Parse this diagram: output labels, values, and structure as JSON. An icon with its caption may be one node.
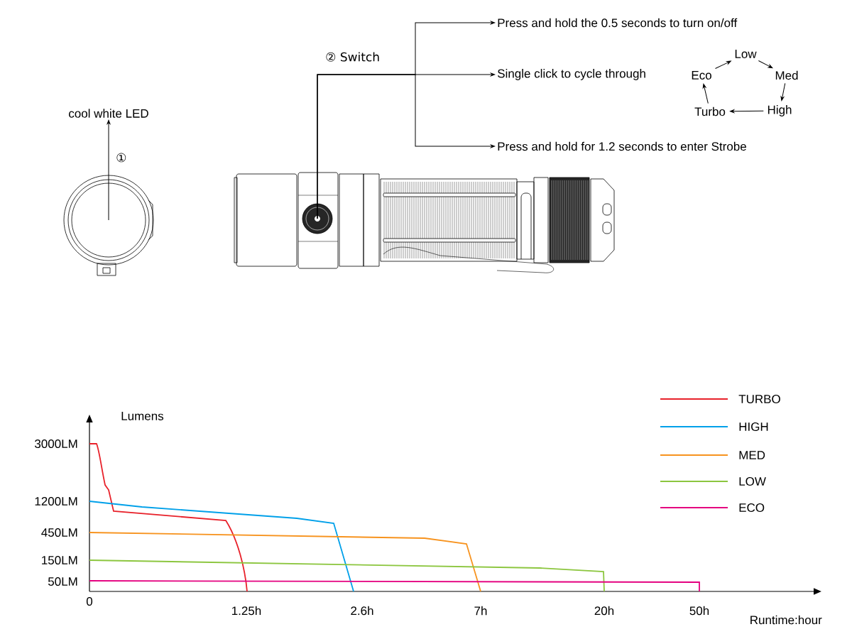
{
  "diagram": {
    "nodes": [
      {
        "text": [
          "cool white LED"
        ]
      },
      {
        "text": [],
        "shape": "picture"
      },
      {
        "text": [],
        "shape": "picture"
      },
      {
        "text": [
          "Press and hold the 0.5 seconds to turn on/off"
        ]
      },
      {
        "text": [
          "Single click to cycle through"
        ]
      },
      {
        "text": [
          "Press and hold for 1.2 seconds to enter Strobe"
        ]
      },
      {
        "text": [
          "Low"
        ]
      },
      {
        "text": [
          "Med"
        ]
      },
      {
        "text": [
          "High"
        ]
      },
      {
        "text": [
          "Turbo"
        ]
      },
      {
        "text": [
          "Eco"
        ]
      }
    ],
    "edges": [
      {
        "from": 1,
        "to": 0,
        "arrow": "to",
        "label": "①"
      },
      {
        "from": 2,
        "to": 3,
        "arrow": "to"
      },
      {
        "from": 2,
        "to": 4,
        "arrow": "to"
      },
      {
        "from": 2,
        "to": 5,
        "arrow": "to"
      },
      {
        "from": 10,
        "to": 6,
        "arrow": "to"
      },
      {
        "from": 6,
        "to": 7,
        "arrow": "to"
      },
      {
        "from": 7,
        "to": 8,
        "arrow": "to"
      },
      {
        "from": 8,
        "to": 9,
        "arrow": "to"
      },
      {
        "from": 9,
        "to": 10,
        "arrow": "to"
      }
    ],
    "labels": [
      "② Switch",
      "Lumens",
      "3000LM",
      "1200LM",
      "450LM",
      "150LM",
      "50LM",
      "0",
      "1.25h",
      "2.6h",
      "7h",
      "20h",
      "50h",
      "Runtime:hour"
    ],
    "legend": [
      {
        "text": "TURBO"
      },
      {
        "text": "HIGH"
      },
      {
        "text": "MED"
      },
      {
        "text": "LOW"
      },
      {
        "text": "ECO"
      }
    ]
  }
}
